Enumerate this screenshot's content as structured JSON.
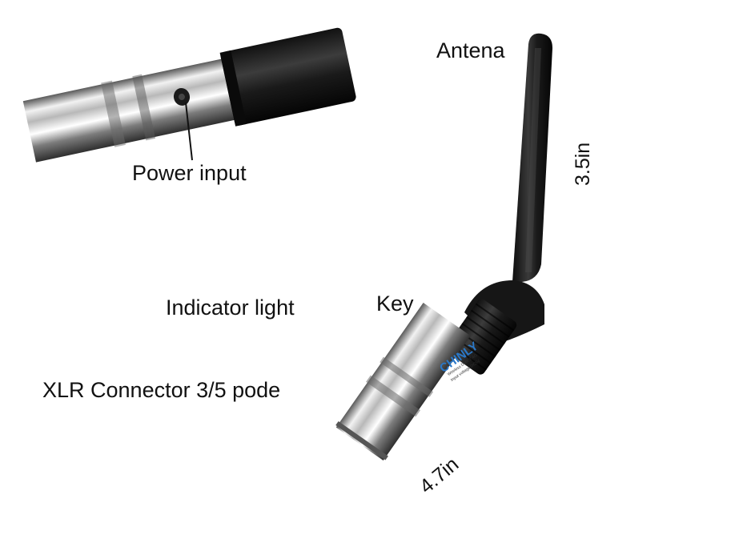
{
  "labels": {
    "power_input": "Power input",
    "antenna": "Antena",
    "indicator_light": "Indicator light",
    "key": "Key",
    "xlr_connector": "XLR Connector 3/5 pode"
  },
  "dimensions": {
    "antenna_length": "3.5in",
    "body_length": "4.7in"
  },
  "product": {
    "brand": "CHINLY",
    "model_text": "Wireless DMX 2.4G",
    "voltage_text": "Input voltage:DC5V"
  },
  "colors": {
    "background": "#ffffff",
    "indicator_led": "#e8252a",
    "brand_blue": "#2a78c8"
  }
}
